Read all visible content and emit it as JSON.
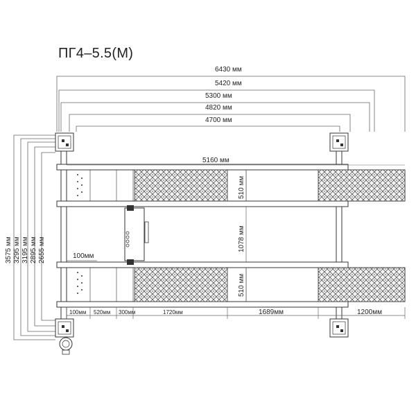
{
  "title": "ПГ4–5.5(М)",
  "colors": {
    "line": "#333333",
    "dim": "#666666",
    "hatch_fill": "#f3f3f3"
  },
  "dimensions": {
    "top": [
      "6430 мм",
      "5420 мм",
      "5300 мм",
      "4820 мм",
      "4700 мм"
    ],
    "platform_length": "5160 мм",
    "left": [
      "3575 мм",
      "3295 мм",
      "3195 мм",
      "2895 мм",
      "2655 мм"
    ],
    "platform_width_top": "510 мм",
    "between_platforms": "1078 мм",
    "platform_width_bottom": "510 мм",
    "offset": "100мм",
    "bottom": [
      "100мм",
      "520мм",
      "300мм",
      "1720мм",
      "1689мм",
      "1200мм"
    ]
  }
}
